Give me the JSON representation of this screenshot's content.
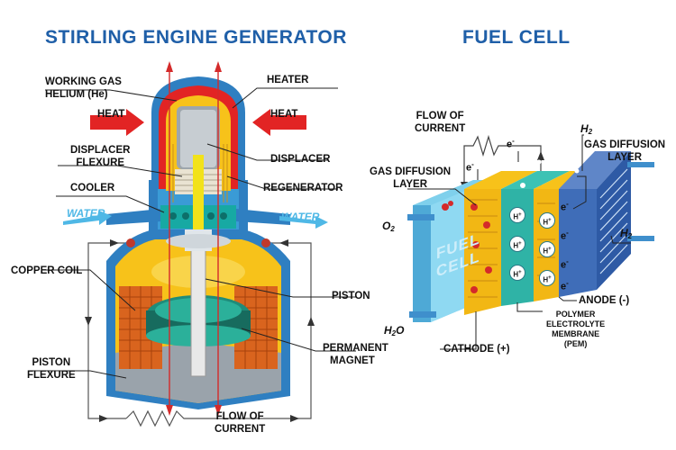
{
  "stirling": {
    "title": "STIRLING ENGINE GENERATOR",
    "labels": {
      "working_gas_line1": "WORKING GAS",
      "working_gas_line2": "HELIUM (He)",
      "heat_left": "HEAT",
      "heat_right": "HEAT",
      "heater": "HEATER",
      "displacer_flexure_line1": "DISPLACER",
      "displacer_flexure_line2": "FLEXURE",
      "displacer": "DISPLACER",
      "cooler": "COOLER",
      "regenerator": "REGENERATOR",
      "water_left": "WATER",
      "water_right": "WATER",
      "copper_coil": "COPPER COIL",
      "piston": "PISTON",
      "permanent_magnet_line1": "PERMANENT",
      "permanent_magnet_line2": "MAGNET",
      "piston_flexure_line1": "PISTON",
      "piston_flexure_line2": "FLEXURE",
      "flow_line1": "FLOW OF",
      "flow_line2": "CURRENT"
    }
  },
  "fuelcell": {
    "title": "FUEL CELL",
    "labels": {
      "flow_line1": "FLOW OF",
      "flow_line2": "CURRENT",
      "gdl_left_line1": "GAS DIFFUSION",
      "gdl_left_line2": "LAYER",
      "gdl_right_line1": "GAS DIFFUSION",
      "gdl_right_line2": "LAYER",
      "h2_top": "H",
      "h2_top_sub": "2",
      "h2_right": "H",
      "h2_right_sub": "2",
      "o2": "O",
      "o2_sub": "2",
      "h2o": "H",
      "h2o_sub": "2",
      "h2o_tail": "O",
      "fuel_line1": "FUEL",
      "fuel_line2": "CELL",
      "anode": "ANODE (-)",
      "cathode": "CATHODE (+)",
      "pem_line1": "POLYMER",
      "pem_line2": "ELECTROLYTE",
      "pem_line3": "MEMBRANE",
      "pem_line4": "(PEM)",
      "ion": "H",
      "ion_charge": "+",
      "electron": "e",
      "electron_charge": "-"
    }
  },
  "colors": {
    "title_blue": "#1f5fa8",
    "shell_blue": "#2f7fc1",
    "yellow": "#f7c21a",
    "orange_coil": "#d9641e",
    "red_heat": "#e22424",
    "teal": "#2fb3a6",
    "light_blue": "#7fd0ec",
    "water_blue": "#4fb8e6"
  }
}
